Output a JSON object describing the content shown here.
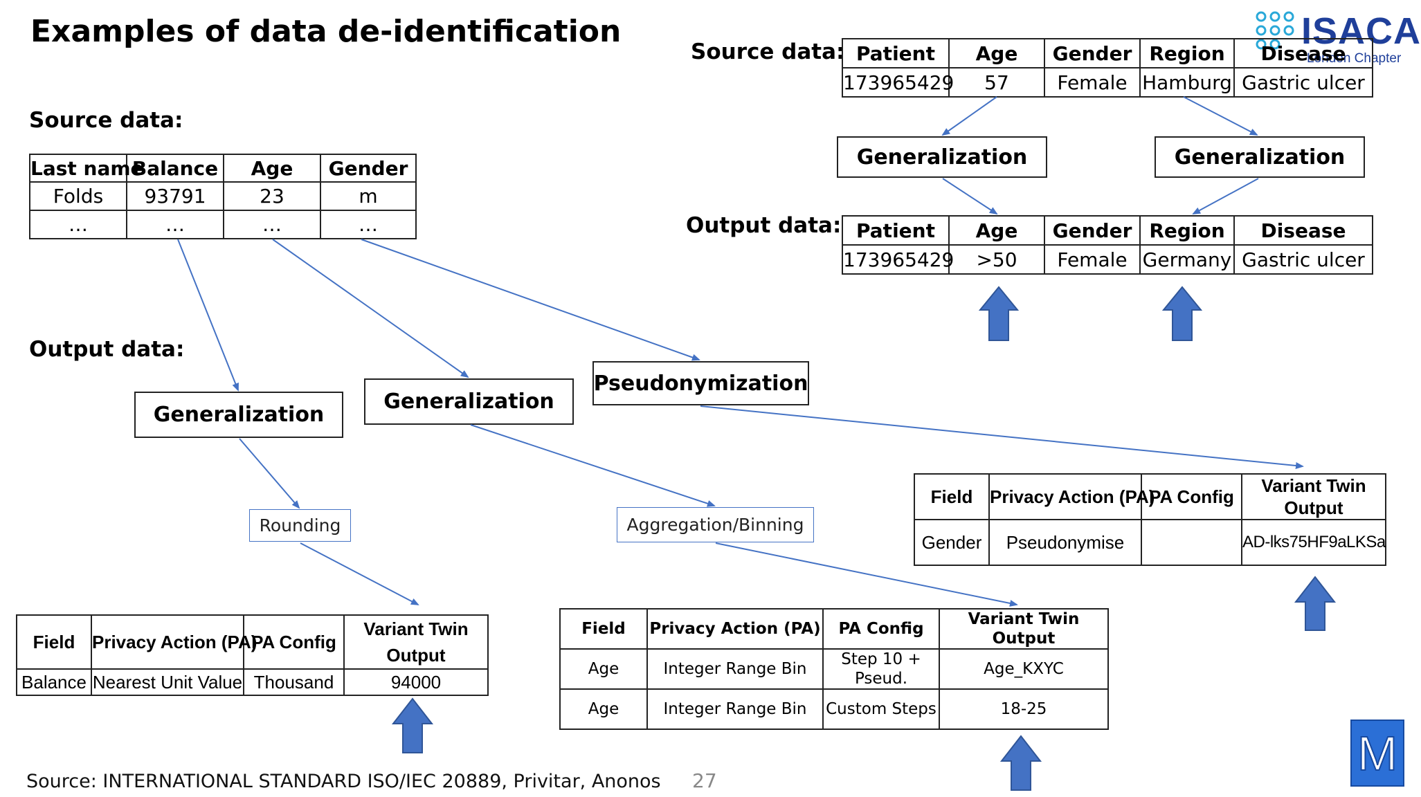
{
  "title": "Examples of data de-identification",
  "left": {
    "source_label": "Source data:",
    "output_label": "Output data:",
    "source_table": {
      "headers": [
        "Last name",
        "Balance",
        "Age",
        "Gender"
      ],
      "rows": [
        [
          "Folds",
          "93791",
          "23",
          "m"
        ],
        [
          "…",
          "…",
          "…",
          "…"
        ]
      ]
    },
    "boxes": {
      "gen1": "Generalization",
      "gen2": "Generalization",
      "pseudo": "Pseudonymization"
    },
    "methods": {
      "rounding": "Rounding",
      "aggregation": "Aggregation/Binning"
    },
    "rounding_table": {
      "headers": [
        "Field",
        "Privacy Action (PA)",
        "PA Config",
        "Variant Twin Output"
      ],
      "rows": [
        [
          "Balance",
          "Nearest Unit Value",
          "Thousand",
          "94000"
        ]
      ]
    },
    "binning_table": {
      "headers": [
        "Field",
        "Privacy Action (PA)",
        "PA Config",
        "Variant Twin Output"
      ],
      "rows": [
        [
          "Age",
          "Integer Range Bin",
          "Step 10 + Pseud.",
          "Age_KXYC"
        ],
        [
          "Age",
          "Integer Range Bin",
          "Custom Steps",
          "18-25"
        ]
      ]
    },
    "pseudo_table": {
      "headers": [
        "Field",
        "Privacy Action (PA)",
        "PA Config",
        "Variant Twin Output"
      ],
      "rows": [
        [
          "Gender",
          "Pseudonymise",
          "",
          "AD-lks75HF9aLKSa"
        ]
      ]
    }
  },
  "right": {
    "source_label": "Source data:",
    "output_label": "Output data:",
    "source_table": {
      "headers": [
        "Patient",
        "Age",
        "Gender",
        "Region",
        "Disease"
      ],
      "rows": [
        [
          "173965429",
          "57",
          "Female",
          "Hamburg",
          "Gastric ulcer"
        ]
      ]
    },
    "output_table": {
      "headers": [
        "Patient",
        "Age",
        "Gender",
        "Region",
        "Disease"
      ],
      "rows": [
        [
          "173965429",
          ">50",
          "Female",
          "Germany",
          "Gastric ulcer"
        ]
      ]
    },
    "boxes": {
      "gen_age": "Generalization",
      "gen_region": "Generalization"
    }
  },
  "logo": {
    "name": "ISACA",
    "chapter": "London Chapter",
    "brand_color": "#1f3f9a",
    "accent_color": "#29a8d8"
  },
  "corner_logo_letter": "M",
  "footer": "Source: INTERNATIONAL STANDARD ISO/IEC 20889, Privitar, Anonos",
  "page_number": "27",
  "colors": {
    "arrow": "#4472c4",
    "block_arrow": "#4472c4",
    "block_arrow_edge": "#2f5597"
  }
}
